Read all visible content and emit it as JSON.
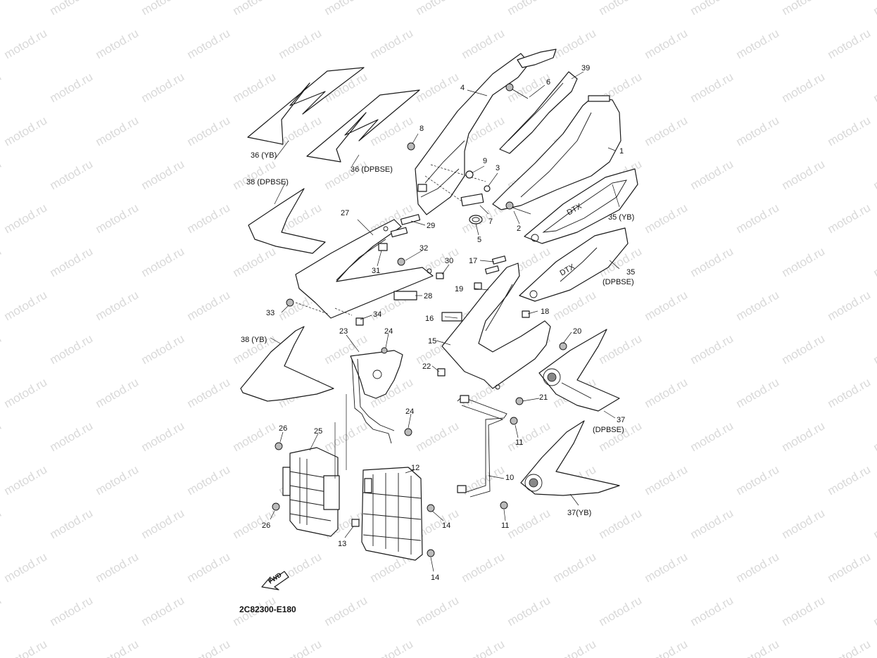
{
  "watermark": "motod.ru",
  "diagram_code": "2C82300-E180",
  "fwd_label": "FWD",
  "callouts": {
    "c1": "1",
    "c2": "2",
    "c3": "3",
    "c4": "4",
    "c5": "5",
    "c6": "6",
    "c7": "7",
    "c8": "8",
    "c9": "9",
    "c10": "10",
    "c11a": "11",
    "c11b": "11",
    "c12": "12",
    "c13": "13",
    "c14a": "14",
    "c14b": "14",
    "c15": "15",
    "c16": "16",
    "c17": "17",
    "c18": "18",
    "c19": "19",
    "c20": "20",
    "c21": "21",
    "c22": "22",
    "c23": "23",
    "c24a": "24",
    "c24b": "24",
    "c25": "25",
    "c26a": "26",
    "c26b": "26",
    "c27": "27",
    "c28": "28",
    "c29": "29",
    "c30": "30",
    "c31": "31",
    "c32": "32",
    "c33": "33",
    "c34": "34",
    "c35yb": "35 (YB)",
    "c35": "35",
    "c35d": "(DPBSE)",
    "c36yb": "36 (YB)",
    "c36d": "36 (DPBSE)",
    "c37": "37",
    "c37d": "(DPBSE)",
    "c37yb": "37(YB)",
    "c38d": "38 (DPBSE)",
    "c38yb": "38 (YB)",
    "c39": "39"
  }
}
